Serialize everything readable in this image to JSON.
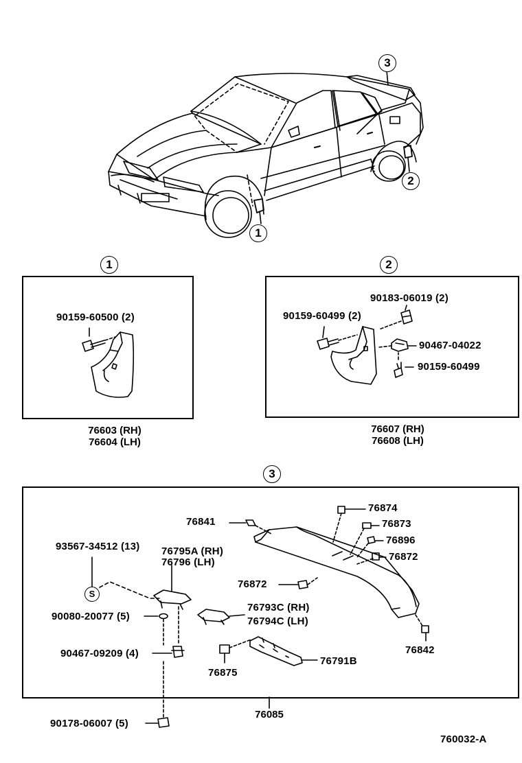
{
  "diagram": {
    "callouts": {
      "c1": "1",
      "c2": "2",
      "c3": "3",
      "c4": "1",
      "c5": "2",
      "c6": "3",
      "s_clip": "S"
    },
    "boxes": [
      {
        "id": "1",
        "parts": [
          {
            "text": "90159-60500 (2)"
          }
        ],
        "below": [
          "76603 (RH)",
          "76604 (LH)"
        ]
      },
      {
        "id": "2",
        "parts": [
          {
            "text": "90183-06019 (2)"
          },
          {
            "text": "90159-60499 (2)"
          },
          {
            "text": "90467-04022"
          },
          {
            "text": "90159-60499"
          }
        ],
        "below": [
          "76607 (RH)",
          "76608 (LH)"
        ]
      },
      {
        "id": "3",
        "parts": [
          {
            "text": "76874"
          },
          {
            "text": "76841"
          },
          {
            "text": "76873"
          },
          {
            "text": "76896"
          },
          {
            "text": "76872"
          },
          {
            "text": "76872"
          },
          {
            "text": "93567-34512 (13)"
          },
          {
            "text": "76795A (RH)"
          },
          {
            "text": "76796 (LH)"
          },
          {
            "text": "90080-20077 (5)"
          },
          {
            "text": "76793C (RH)"
          },
          {
            "text": "76794C (LH)"
          },
          {
            "text": "90467-09209 (4)"
          },
          {
            "text": "76842"
          },
          {
            "text": "76875"
          },
          {
            "text": "76791B"
          }
        ],
        "below": [
          "76085"
        ]
      }
    ],
    "outside": [
      {
        "text": "90178-06007 (5)"
      }
    ],
    "figure_code": "760032-A"
  }
}
